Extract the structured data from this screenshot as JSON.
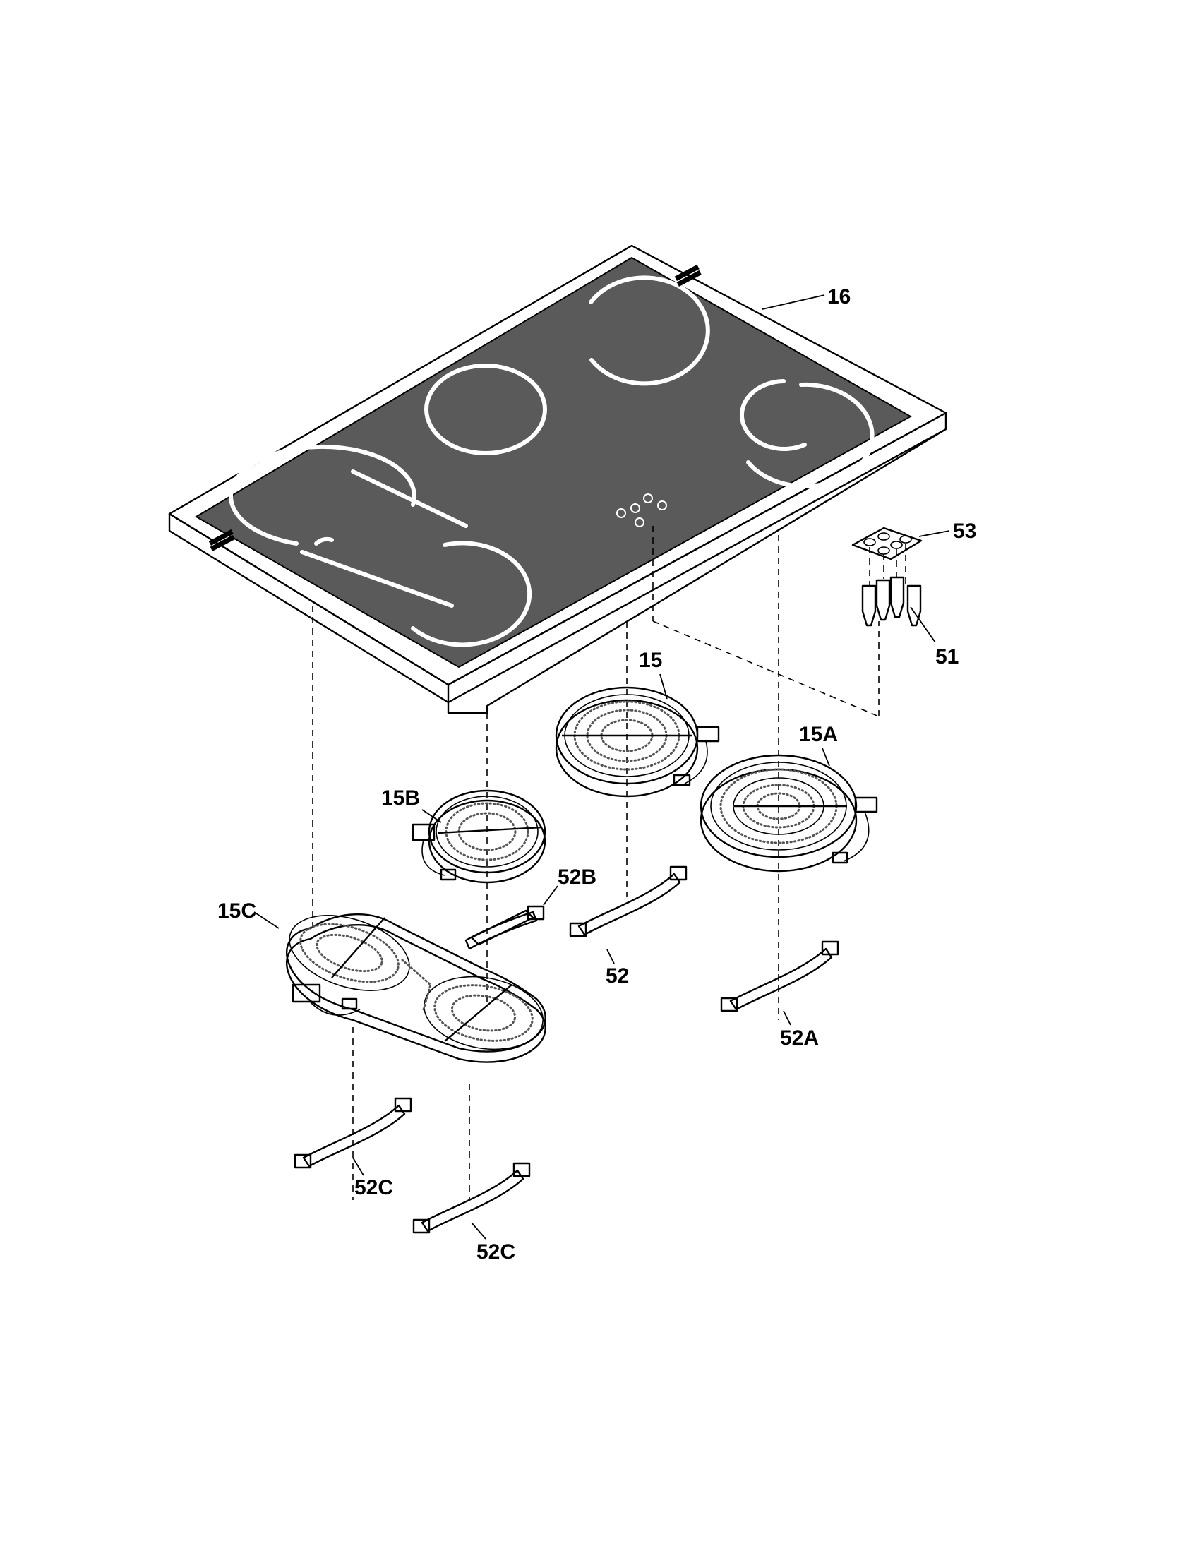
{
  "labels": {
    "p16": "16",
    "p53": "53",
    "p51": "51",
    "p15": "15",
    "p15a": "15A",
    "p15b": "15B",
    "p15c": "15C",
    "p52": "52",
    "p52a": "52A",
    "p52b": "52B",
    "p52c_1": "52C",
    "p52c_2": "52C"
  },
  "colors": {
    "glass": "#5a5a5a",
    "frame": "#ffffff",
    "line": "#000000",
    "element_burner": "#ffffff"
  }
}
